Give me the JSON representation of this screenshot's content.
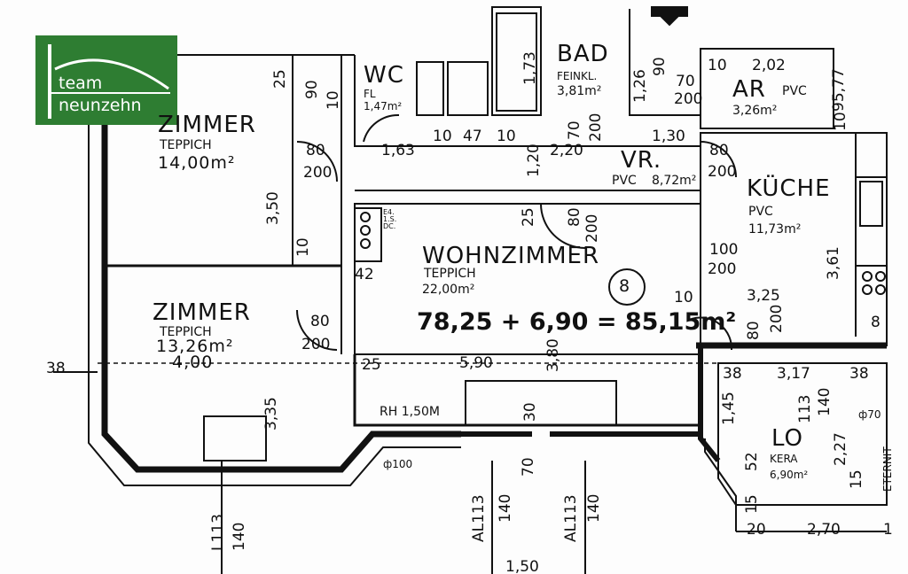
{
  "logo": {
    "line1": "team",
    "line2": "neunzehn",
    "brand_color": "#2e7d32"
  },
  "apartment_number": "8",
  "total_area_formula": "78,25 + 6,90 = 85,15m²",
  "rooms": {
    "zimmer1": {
      "name": "ZIMMER",
      "floor": "TEPPICH",
      "area": "14,00m²"
    },
    "zimmer2": {
      "name": "ZIMMER",
      "floor": "TEPPICH",
      "area": "13,26m²",
      "extra": "4,00"
    },
    "wc": {
      "name": "WC",
      "floor": "FL",
      "area": "1,47m²"
    },
    "bad": {
      "name": "BAD",
      "floor": "FEINKL.",
      "area": "3,81m²"
    },
    "ar": {
      "name": "AR",
      "floor": "PVC",
      "area": "3,26m²"
    },
    "vr": {
      "name": "VR.",
      "floor": "PVC",
      "area": "8,72m²"
    },
    "kueche": {
      "name": "KÜCHE",
      "floor": "PVC",
      "area": "11,73m²"
    },
    "wohnzimmer": {
      "name": "WOHNZIMMER",
      "floor": "TEPPICH",
      "area": "22,00m²"
    },
    "loggia": {
      "name": "LO",
      "floor": "KERA",
      "area": "6,90m²"
    }
  },
  "annotations": {
    "rh": "RH 1,50M",
    "eternit": "ETERNIT",
    "phi100": "ф100",
    "phi70": "ф70",
    "shelf": "E4. 1.S. DC."
  },
  "dimensions": {
    "d25a": "25",
    "d90": "90",
    "d10a": "10",
    "d80a": "80",
    "d200a": "200",
    "d163": "1,63",
    "d10b": "10",
    "d47": "47",
    "d10c": "10",
    "d70a": "70",
    "d130": "1,30",
    "d80b": "80",
    "d200b": "200",
    "d220": "2,20",
    "d120": "1,20",
    "d10d": "10",
    "d202": "2,02",
    "d957": "95,77",
    "d70b": "70",
    "d350": "3,50",
    "d10e": "10",
    "d25b": "25",
    "d42": "42",
    "d80c": "80",
    "d200c": "200",
    "d100": "100",
    "d200d": "200",
    "d361": "3,61",
    "d325": "3,25",
    "d10f": "10",
    "d8": "8",
    "d80d": "80",
    "d200e": "200",
    "d38a": "38",
    "d25c": "25",
    "d590": "5,90",
    "d380": "3,80",
    "d335": "3,35",
    "d30": "30",
    "d38b": "38",
    "d317": "3,17",
    "d38c": "38",
    "d145": "1,45",
    "d113a": "113",
    "d140a": "140",
    "d227": "2,27",
    "d52": "52",
    "d15a": "15",
    "d15b": "15",
    "d20": "20",
    "d270": "2,70",
    "d1": "1",
    "dL113": "L113",
    "d140b": "140",
    "dAL113a": "AL113",
    "d140c": "140",
    "d70c": "70",
    "dAL113b": "AL113",
    "d140d": "140",
    "d150": "1,50",
    "d173": "1,73",
    "d126": "1,26",
    "d10g": "10",
    "d200f": "200",
    "d80e": "80",
    "d200g": "200",
    "d90b": "90"
  }
}
